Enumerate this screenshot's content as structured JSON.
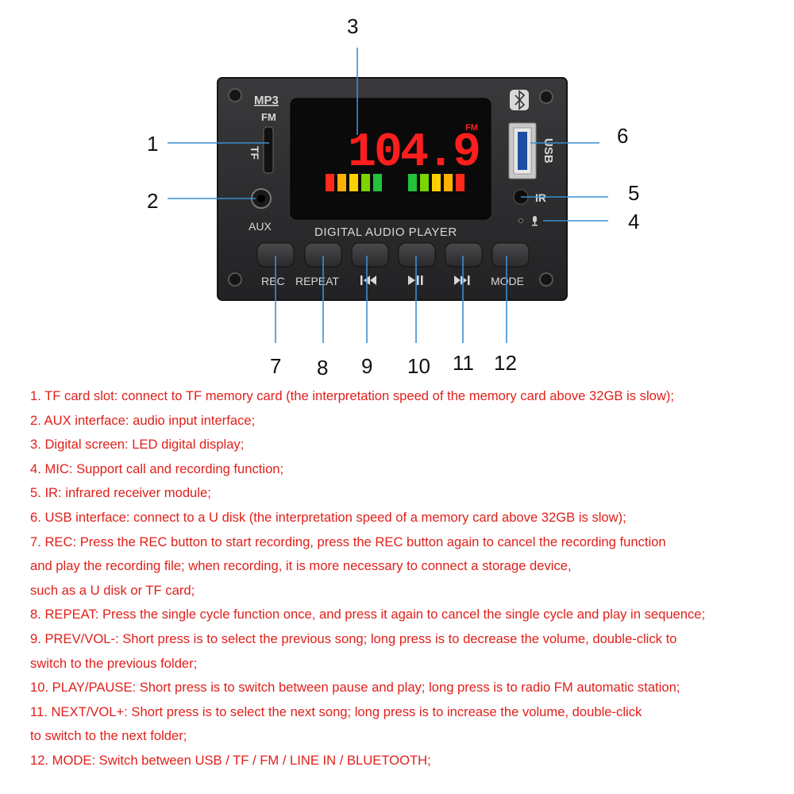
{
  "colors": {
    "callout_line": "#3a8fd4",
    "description_text": "#e0201b",
    "panel": "#2b2b2d",
    "display_red": "#ff1e1e"
  },
  "icons": [
    "bluetooth-icon",
    "usb-port",
    "mic-icon",
    "prev-icon",
    "play-pause-icon",
    "next-icon"
  ],
  "panel": {
    "mp3_label": "MP3",
    "fm_label": "FM",
    "tf_label": "TF",
    "aux_label": "AUX",
    "usb_label": "USB",
    "ir_label": "IR",
    "title": "DIGITAL AUDIO PLAYER",
    "display": {
      "frequency": "104.9",
      "unit": "FM"
    },
    "buttons": [
      {
        "label": "REC",
        "icon": ""
      },
      {
        "label": "REPEAT",
        "icon": ""
      },
      {
        "label": "",
        "icon": "prev-icon"
      },
      {
        "label": "",
        "icon": "play-pause-icon"
      },
      {
        "label": "",
        "icon": "next-icon"
      },
      {
        "label": "MODE",
        "icon": ""
      }
    ]
  },
  "callouts": [
    "1",
    "2",
    "3",
    "4",
    "5",
    "6",
    "7",
    "8",
    "9",
    "10",
    "11",
    "12"
  ],
  "descriptions": [
    "1. TF card slot: connect to TF memory card (the interpretation speed of the memory card above 32GB is slow);",
    "2. AUX interface: audio input interface;",
    "3. Digital screen: LED digital display;",
    "4. MIC: Support call and recording function;",
    "5. IR: infrared receiver module;",
    "6. USB interface: connect to a U disk (the interpretation speed of a memory card above 32GB is slow);",
    "7. REC: Press the REC button to start recording, press the REC button again to cancel the recording function",
    "and play the recording file; when recording, it is more necessary to connect a storage device,",
    "such as a U disk or TF card;",
    "8. REPEAT: Press the single cycle function once, and press it again to cancel the single cycle and play in sequence;",
    "9. PREV/VOL-: Short press is to select the previous song; long press is to decrease the volume, double-click to",
    "switch to the previous folder;",
    "10. PLAY/PAUSE: Short press is to switch between pause and play; long press is to radio FM automatic station;",
    "11. NEXT/VOL+: Short press is to select the next song; long press is to increase the volume, double-click",
    "to switch to the next folder;",
    "12. MODE: Switch between USB / TF / FM / LINE IN / BLUETOOTH;"
  ]
}
